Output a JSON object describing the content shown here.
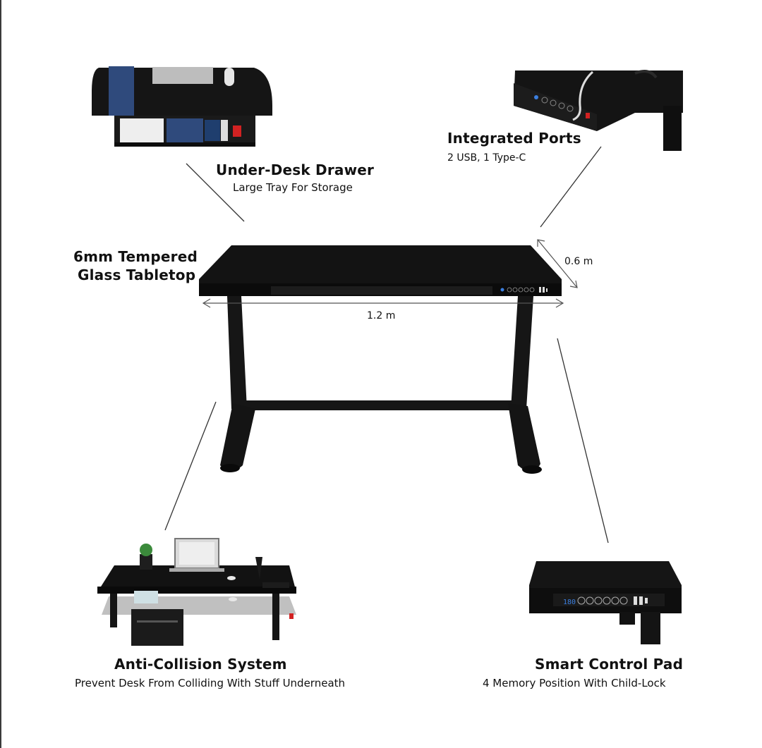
{
  "features": {
    "drawer": {
      "title": "Under-Desk Drawer",
      "subtitle": "Large Tray For Storage"
    },
    "ports": {
      "title": "Integrated Ports",
      "subtitle": "2 USB, 1 Type-C"
    },
    "tabletop": {
      "line1": "6mm Tempered",
      "line2": "Glass Tabletop"
    },
    "collision": {
      "title": "Anti-Collision System",
      "subtitle": "Prevent Desk From Colliding With Stuff Underneath"
    },
    "control": {
      "title": "Smart Control Pad",
      "subtitle": "4 Memory Position With Child-Lock"
    }
  },
  "dimensions": {
    "width": "1.2 m",
    "depth": "0.6 m"
  },
  "control_display": {
    "height_readout": "180"
  },
  "colors": {
    "desk": "#111111",
    "leg": "#161616",
    "drawer_blue": "#2f4a7c",
    "accent_red": "#d22222",
    "display_blue": "#3b7fe0"
  }
}
